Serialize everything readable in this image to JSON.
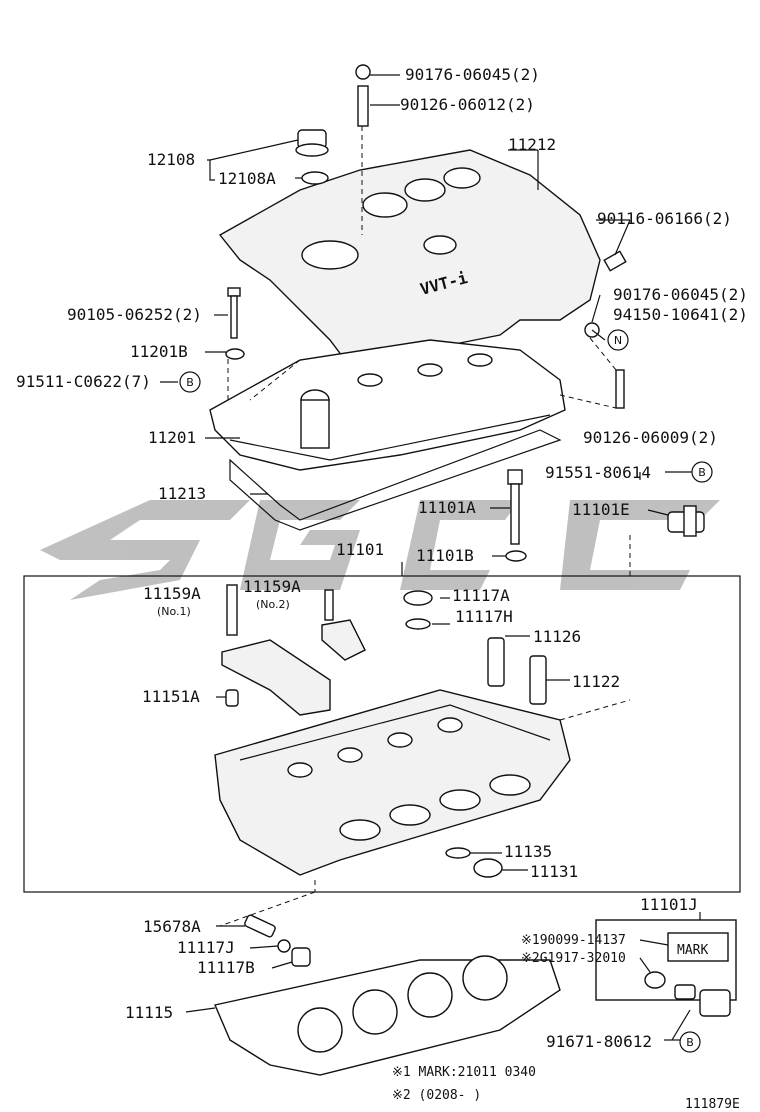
{
  "watermark": "SGCC",
  "labels": {
    "p90176_top": "90176-06045(2)",
    "p90126_top": "90126-06012(2)",
    "p12108": "12108",
    "p12108A": "12108A",
    "p11212": "11212",
    "p90116": "90116-06166(2)",
    "p90176_r": "90176-06045(2)",
    "p94150": "94150-10641(2)",
    "p90105": "90105-06252(2)",
    "p11201B": "11201B",
    "p91511": "91511-C0622(7)",
    "p11201": "11201",
    "p90126_r": "90126-06009(2)",
    "p91551": "91551-80614",
    "p11213": "11213",
    "p11101A": "11101A",
    "p11101E": "11101E",
    "p11101B": "11101B",
    "p11101": "11101",
    "p11159A_1": "11159A",
    "no1": "(No.1)",
    "p11159A_2": "11159A",
    "no2": "(No.2)",
    "p11117A": "11117A",
    "p11117H": "11117H",
    "p11126": "11126",
    "p11122": "11122",
    "p11151A": "11151A",
    "p11135": "11135",
    "p11131": "11131",
    "p11101J": "11101J",
    "p15678A": "15678A",
    "note1_part": "※190099-14137",
    "note2_part": "※2G1917-32010",
    "mark_box": "MARK",
    "p11117J": "11117J",
    "p11117B": "11117B",
    "p11115": "11115",
    "p91671": "91671-80612",
    "footnote1": "※1  MARK:21011  0340",
    "footnote2": "※2 (0208-      )",
    "diagram_id": "111879E"
  },
  "markers": {
    "B": "B",
    "N": "N"
  },
  "cover_text": "VVT-i"
}
